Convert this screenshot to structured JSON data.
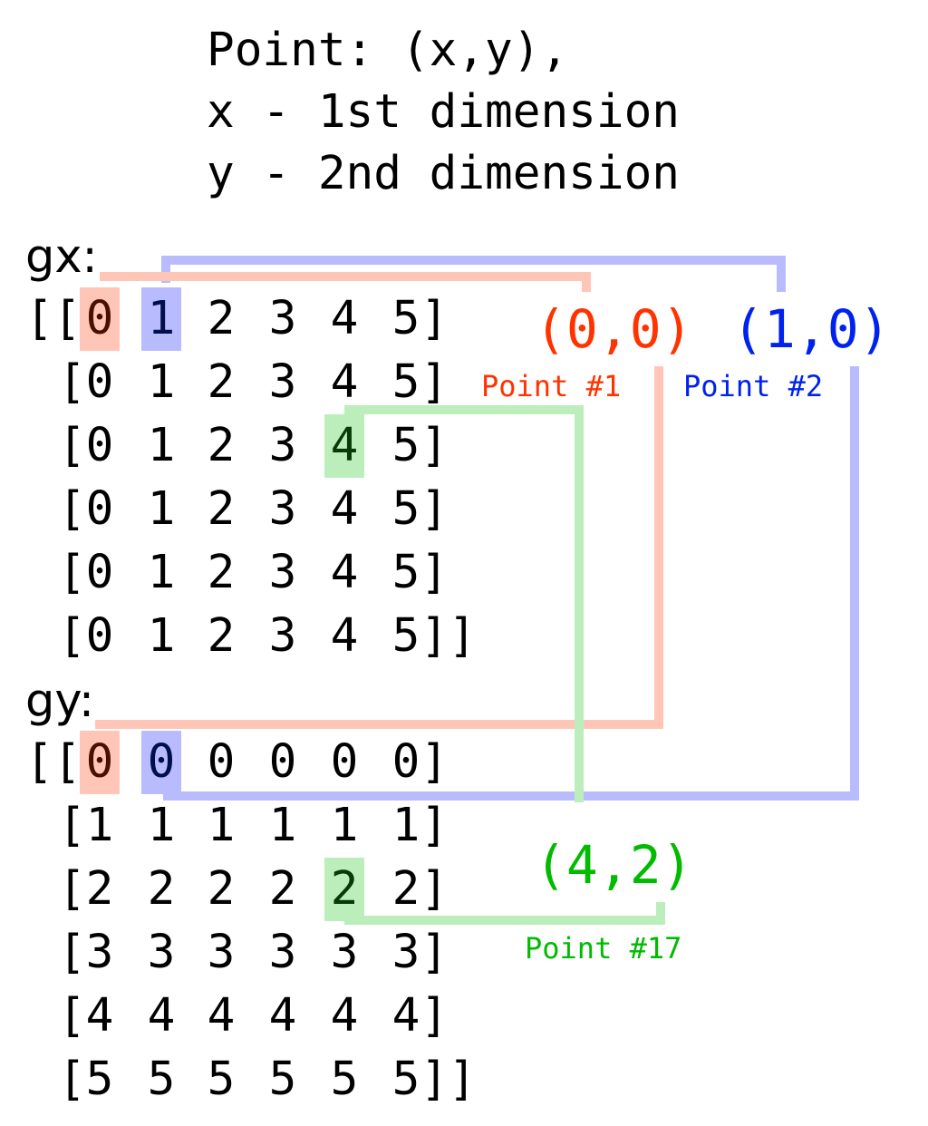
{
  "legend": {
    "line1": "Point: (x,y),",
    "line2": "x - 1st dimension",
    "line3": "y - 2nd dimension"
  },
  "gx": {
    "label": "gx:",
    "rows": [
      [
        "0",
        "1",
        "2",
        "3",
        "4",
        "5"
      ],
      [
        "0",
        "1",
        "2",
        "3",
        "4",
        "5"
      ],
      [
        "0",
        "1",
        "2",
        "3",
        "4",
        "5"
      ],
      [
        "0",
        "1",
        "2",
        "3",
        "4",
        "5"
      ],
      [
        "0",
        "1",
        "2",
        "3",
        "4",
        "5"
      ],
      [
        "0",
        "1",
        "2",
        "3",
        "4",
        "5"
      ]
    ]
  },
  "gy": {
    "label": "gy:",
    "rows": [
      [
        "0",
        "0",
        "0",
        "0",
        "0",
        "0"
      ],
      [
        "1",
        "1",
        "1",
        "1",
        "1",
        "1"
      ],
      [
        "2",
        "2",
        "2",
        "2",
        "2",
        "2"
      ],
      [
        "3",
        "3",
        "3",
        "3",
        "3",
        "3"
      ],
      [
        "4",
        "4",
        "4",
        "4",
        "4",
        "4"
      ],
      [
        "5",
        "5",
        "5",
        "5",
        "5",
        "5"
      ]
    ]
  },
  "points": [
    {
      "coord": "(0,0)",
      "label": "Point #1",
      "color": "#ff3300",
      "line_color": "#ffc6b8",
      "cell": [
        0,
        0
      ]
    },
    {
      "coord": "(1,0)",
      "label": "Point #2",
      "color": "#0022ee",
      "line_color": "#b8bcff",
      "cell": [
        0,
        1
      ]
    },
    {
      "coord": "(4,2)",
      "label": "Point #17",
      "color": "#00bb00",
      "line_color": "#bbeebb",
      "cell": [
        2,
        4
      ]
    }
  ],
  "colors": {
    "highlight_red": "#ffc6b8",
    "highlight_blue": "#b8bcff",
    "highlight_green": "#bbeebb"
  }
}
